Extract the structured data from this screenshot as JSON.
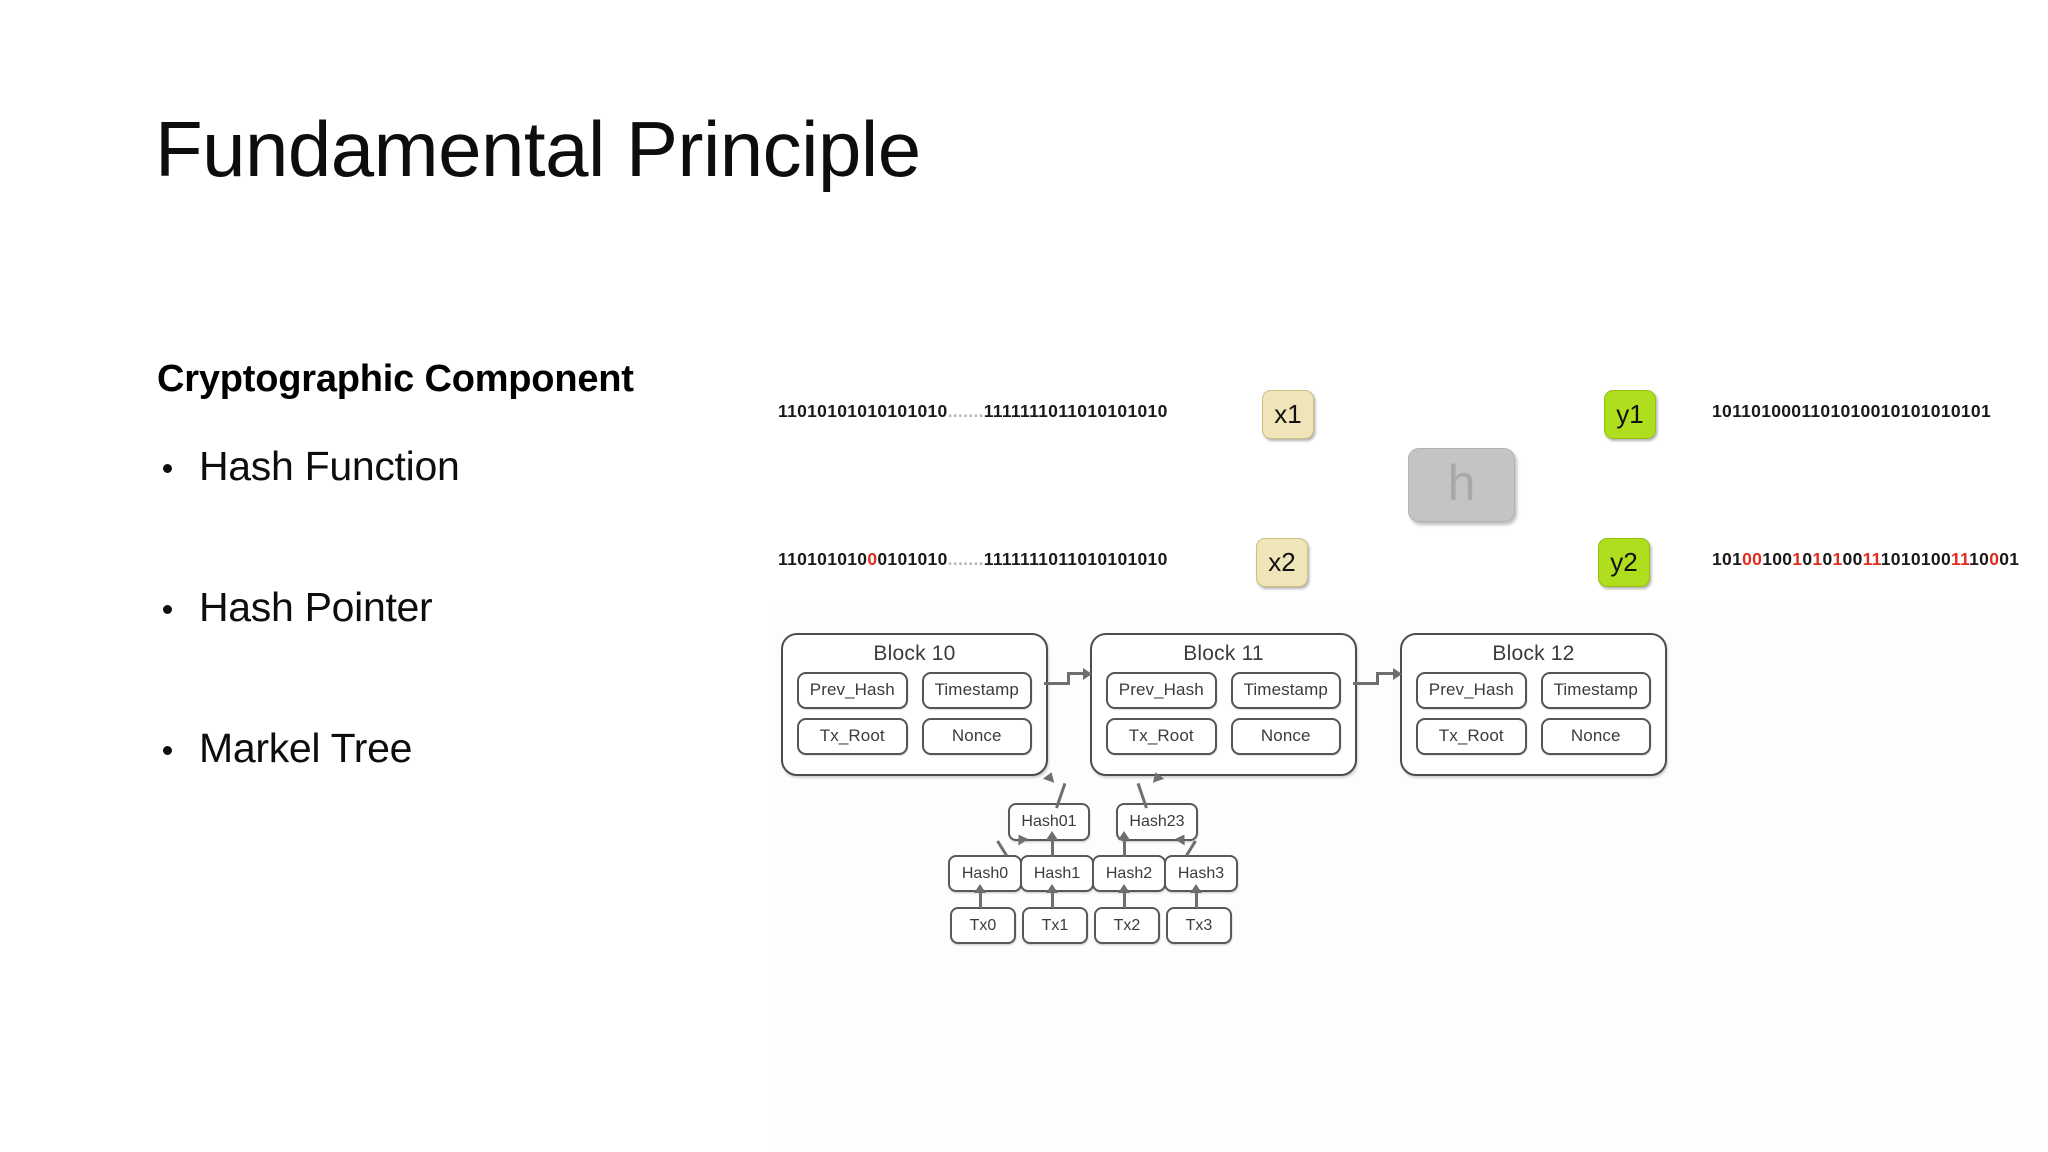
{
  "slide": {
    "title": "Fundamental Principle",
    "lead": "Cryptographic Component",
    "bullets": [
      {
        "label": "Hash Function"
      },
      {
        "label": "Hash Pointer"
      },
      {
        "label": "Markel Tree"
      }
    ]
  },
  "hash_figure": {
    "input_1": {
      "bits_prefix": "11010101010101010",
      "bits_ellipsis": ".......",
      "bits_suffix": "1111111011010101010",
      "node_label": "x1"
    },
    "input_2": {
      "bits_part_a": "110101010",
      "bits_changed": "0",
      "bits_part_b": "0101010",
      "bits_ellipsis": ".......",
      "bits_suffix": "1111111011010101010",
      "node_label": "x2"
    },
    "function_label": "h",
    "output_1": {
      "node_label": "y1",
      "bits": "1011010001101010010101010101"
    },
    "output_2": {
      "node_label": "y2",
      "bits_segments": [
        {
          "text": "101",
          "changed": false
        },
        {
          "text": "00",
          "changed": true
        },
        {
          "text": "100",
          "changed": false
        },
        {
          "text": "1",
          "changed": true
        },
        {
          "text": "0",
          "changed": false
        },
        {
          "text": "1",
          "changed": true
        },
        {
          "text": "0",
          "changed": false
        },
        {
          "text": "1",
          "changed": true
        },
        {
          "text": "00",
          "changed": false
        },
        {
          "text": "11",
          "changed": true
        },
        {
          "text": "1010100",
          "changed": false
        },
        {
          "text": "11",
          "changed": true
        },
        {
          "text": "10",
          "changed": false
        },
        {
          "text": "0",
          "changed": true
        },
        {
          "text": "01",
          "changed": false
        }
      ]
    },
    "colors": {
      "input_node": "#efe5b8",
      "output_node": "#aede1d",
      "function_node": "#c4c4c4",
      "changed_bit": "#e02b20"
    }
  },
  "chain_figure": {
    "blocks": [
      {
        "title": "Block 10",
        "fields": [
          "Prev_Hash",
          "Timestamp",
          "Tx_Root",
          "Nonce"
        ]
      },
      {
        "title": "Block 11",
        "fields": [
          "Prev_Hash",
          "Timestamp",
          "Tx_Root",
          "Nonce"
        ]
      },
      {
        "title": "Block 12",
        "fields": [
          "Prev_Hash",
          "Timestamp",
          "Tx_Root",
          "Nonce"
        ]
      }
    ],
    "merkle_tree": {
      "level_hash_pairs": [
        "Hash01",
        "Hash23"
      ],
      "level_hash_leaves": [
        "Hash0",
        "Hash1",
        "Hash2",
        "Hash3"
      ],
      "level_transactions": [
        "Tx0",
        "Tx1",
        "Tx2",
        "Tx3"
      ]
    }
  }
}
